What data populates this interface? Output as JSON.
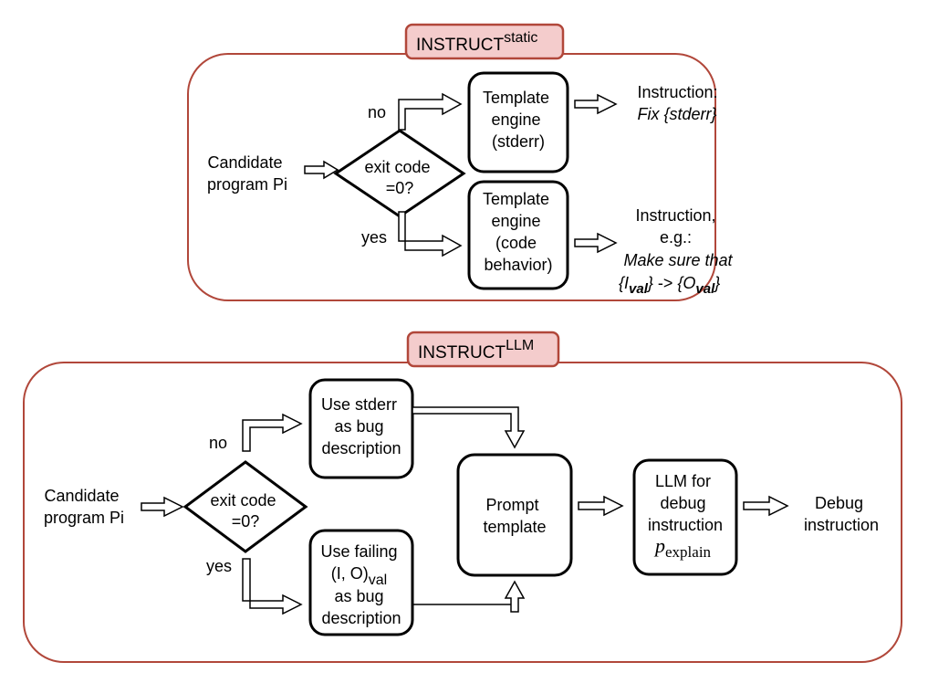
{
  "static_panel": {
    "tag": {
      "base": "INSTRUCT",
      "sup": "static"
    },
    "input": [
      "Candidate",
      "program Pi"
    ],
    "decision": [
      "exit code",
      "=0?"
    ],
    "branch_no": "no",
    "branch_yes": "yes",
    "engine_stderr": [
      "Template",
      "engine",
      "(stderr)"
    ],
    "engine_behavior": [
      "Template",
      "engine",
      "(code",
      "behavior)"
    ],
    "out_stderr": {
      "line1": "Instruction:",
      "line2": "Fix {stderr}"
    },
    "out_behavior": {
      "line1": "Instruction,",
      "line2": "e.g.:",
      "line3": "Make sure that",
      "io": {
        "open1": "{I",
        "sub1": "val",
        "close1": "}",
        "arrow": " -> ",
        "open2": "{O",
        "sub2": "val",
        "close2": "}"
      }
    }
  },
  "llm_panel": {
    "tag": {
      "base": "INSTRUCT",
      "sup": "LLM"
    },
    "input": [
      "Candidate",
      "program Pi"
    ],
    "decision": [
      "exit code",
      "=0?"
    ],
    "branch_no": "no",
    "branch_yes": "yes",
    "use_stderr": [
      "Use stderr",
      "as bug",
      "description"
    ],
    "use_failing": {
      "line1": "Use failing",
      "line2": "(I, O)",
      "line2_sub": "val",
      "line3": "as bug",
      "line4": "description"
    },
    "prompt": [
      "Prompt",
      "template"
    ],
    "llm": {
      "line1": "LLM for",
      "line2": "debug",
      "line3": "instruction",
      "math": "p",
      "math_sub": "explain"
    },
    "output": [
      "Debug",
      "instruction"
    ]
  },
  "colors": {
    "panel_border": "#b1473a",
    "tag_fill": "#f4cccc",
    "tag_border": "#b1473a",
    "box_border": "#000000"
  }
}
